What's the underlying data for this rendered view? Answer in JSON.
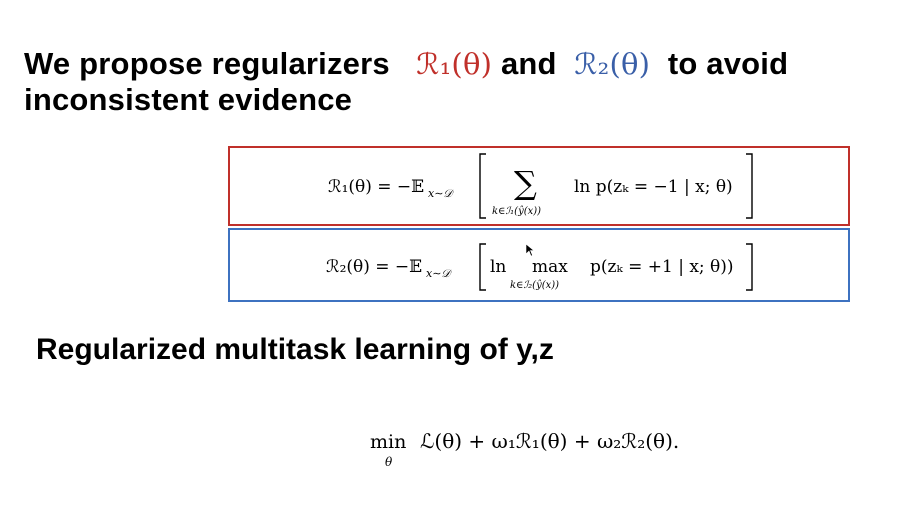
{
  "headline": {
    "text_part1": "We propose regularizers",
    "reg1": "ℛ₁(θ)",
    "text_part2": "and",
    "reg2": "ℛ₂(θ)",
    "text_part3": "to avoid",
    "line2": "inconsistent evidence",
    "reg1_color": "#c0302a",
    "reg2_color": "#3a5fa8"
  },
  "eq1": {
    "lhs": "ℛ₁(θ) = −𝔼",
    "expect_sub": "x∼𝒟",
    "sum_symbol": "∑",
    "sum_sub": "k∈ℐ₁(ŷ(x))",
    "body": "ln p(zₖ = −1 | x; θ)",
    "border_color": "#c0302a"
  },
  "eq2": {
    "lhs": "ℛ₂(θ) = −𝔼",
    "expect_sub": "x∼𝒟",
    "ln": "ln",
    "max": "max",
    "max_sub": "k∈ℐ₂(ŷ(x))",
    "body": "p(zₖ = +1 | x; θ))",
    "border_color": "#3d72c0"
  },
  "section": {
    "title": "Regularized multitask learning of y,z"
  },
  "objective": {
    "min": "min",
    "min_sub": "θ",
    "expr": "ℒ(θ) + ω₁ℛ₁(θ) + ω₂ℛ₂(θ)."
  }
}
